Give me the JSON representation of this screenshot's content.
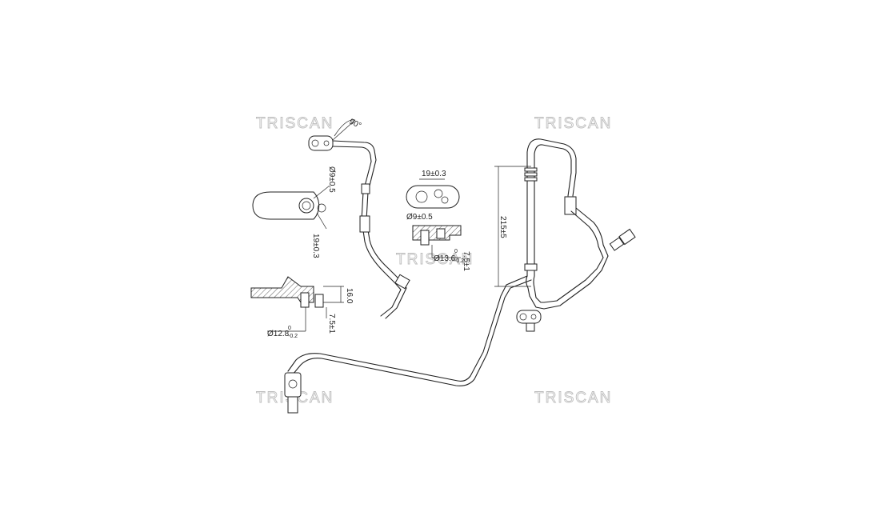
{
  "watermark": "TRISCAN",
  "dimensions": {
    "angle": "90°",
    "diameter_left": "Ø9±0.5",
    "width_left": "19±0.3",
    "height_left": "16.0",
    "stud_left": "7.5±1",
    "bore_left": "Ø12.8",
    "bore_left_tol_top": "0",
    "bore_left_tol_bottom": "-0.2",
    "width_mid": "19±0.3",
    "diameter_mid": "Ø9±0.5",
    "bore_mid": "Ø13.6",
    "bore_mid_tol_top": "0",
    "bore_mid_tol_bottom": "-0.2",
    "stud_mid": "7.5±1",
    "length_right": "215±5"
  }
}
